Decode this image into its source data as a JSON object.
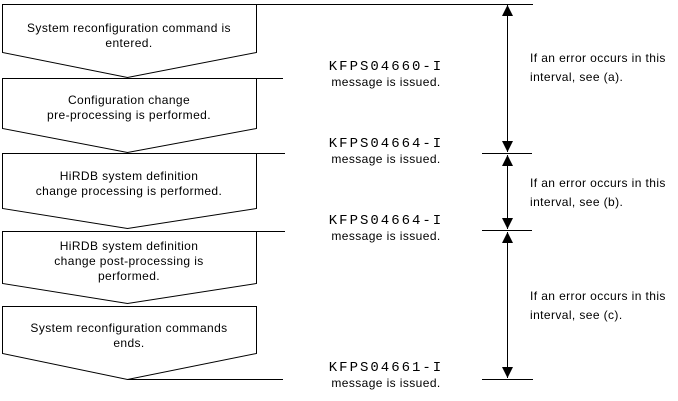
{
  "diagram": {
    "boxes": [
      {
        "lines": [
          "System reconfiguration command is",
          "entered."
        ]
      },
      {
        "lines": [
          "Configuration change",
          "pre-processing is performed."
        ]
      },
      {
        "lines": [
          "HiRDB system definition",
          "change processing is performed."
        ]
      },
      {
        "lines": [
          "HiRDB system definition",
          "change post-processing is",
          "performed."
        ]
      },
      {
        "lines": [
          "System reconfiguration commands",
          "ends."
        ]
      }
    ],
    "messages": [
      {
        "code": "KFPS04660-I",
        "text": "message is issued."
      },
      {
        "code": "KFPS04664-I",
        "text": "message is issued."
      },
      {
        "code": "KFPS04664-I",
        "text": "message is issued."
      },
      {
        "code": "KFPS04661-I",
        "text": "message is issued."
      }
    ],
    "intervals": [
      {
        "lines": [
          "If an error occurs in this",
          "interval, see (a)."
        ]
      },
      {
        "lines": [
          "If an error occurs in this",
          "interval, see (b)."
        ]
      },
      {
        "lines": [
          "If an error occurs in this",
          "interval, see (c)."
        ]
      }
    ],
    "colors": {
      "line": "#000000",
      "background": "#ffffff",
      "text": "#000000"
    }
  }
}
